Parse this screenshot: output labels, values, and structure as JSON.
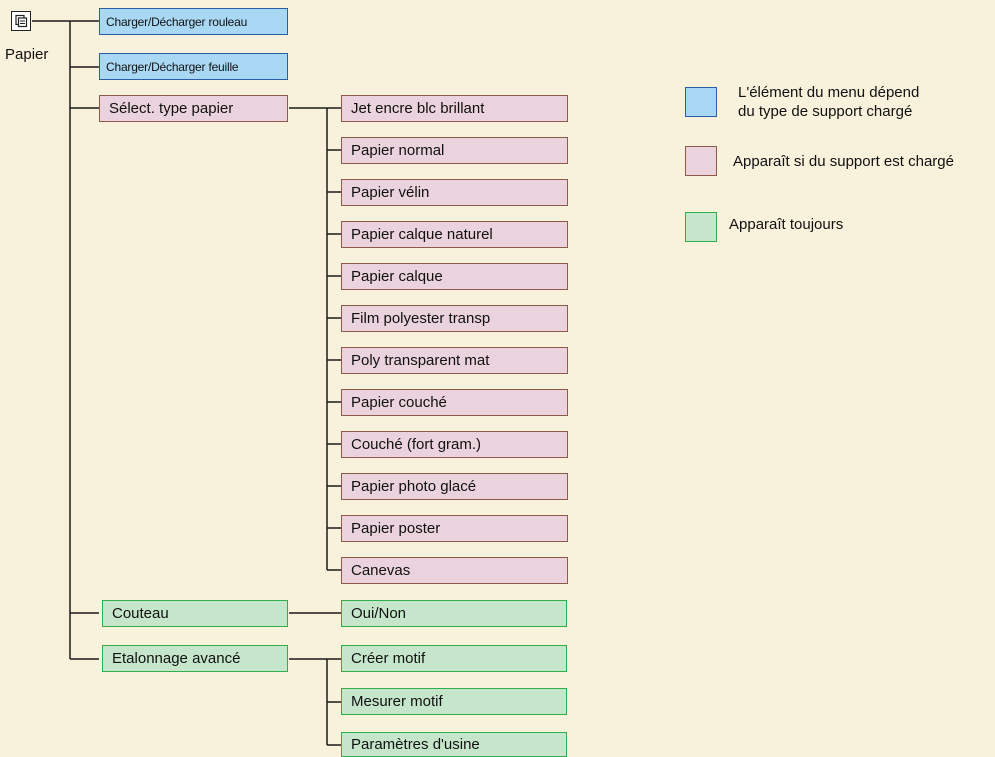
{
  "root": {
    "label": "Papier",
    "icon": "paper-icon"
  },
  "colors": {
    "blue": "#a9d8f5",
    "pink": "#ead3dc",
    "green": "#c6e6cb",
    "background": "#f8f1dc"
  },
  "level1": [
    {
      "label": "Charger/Décharger rouleau",
      "kind": "blue"
    },
    {
      "label": "Charger/Décharger feuille",
      "kind": "blue"
    },
    {
      "label": "Sélect. type papier",
      "kind": "pink"
    },
    {
      "label": "Couteau",
      "kind": "green"
    },
    {
      "label": "Etalonnage avancé",
      "kind": "green"
    }
  ],
  "paper_types": [
    "Jet encre blc brillant",
    "Papier normal",
    "Papier vélin",
    "Papier calque naturel",
    "Papier calque",
    "Film polyester transp",
    "Poly transparent mat",
    "Papier couché",
    "Couché (fort gram.)",
    "Papier photo glacé",
    "Papier poster",
    "Canevas"
  ],
  "cutter_options": [
    "Oui/Non"
  ],
  "calibration_options": [
    "Créer motif",
    "Mesurer motif",
    "Paramètres d'usine"
  ],
  "legend": [
    {
      "kind": "blue",
      "line1": "L'élément du menu dépend",
      "line2": "du type de support chargé"
    },
    {
      "kind": "pink",
      "line1": "Apparaît si du support est chargé",
      "line2": ""
    },
    {
      "kind": "green",
      "line1": "Apparaît toujours",
      "line2": ""
    }
  ]
}
